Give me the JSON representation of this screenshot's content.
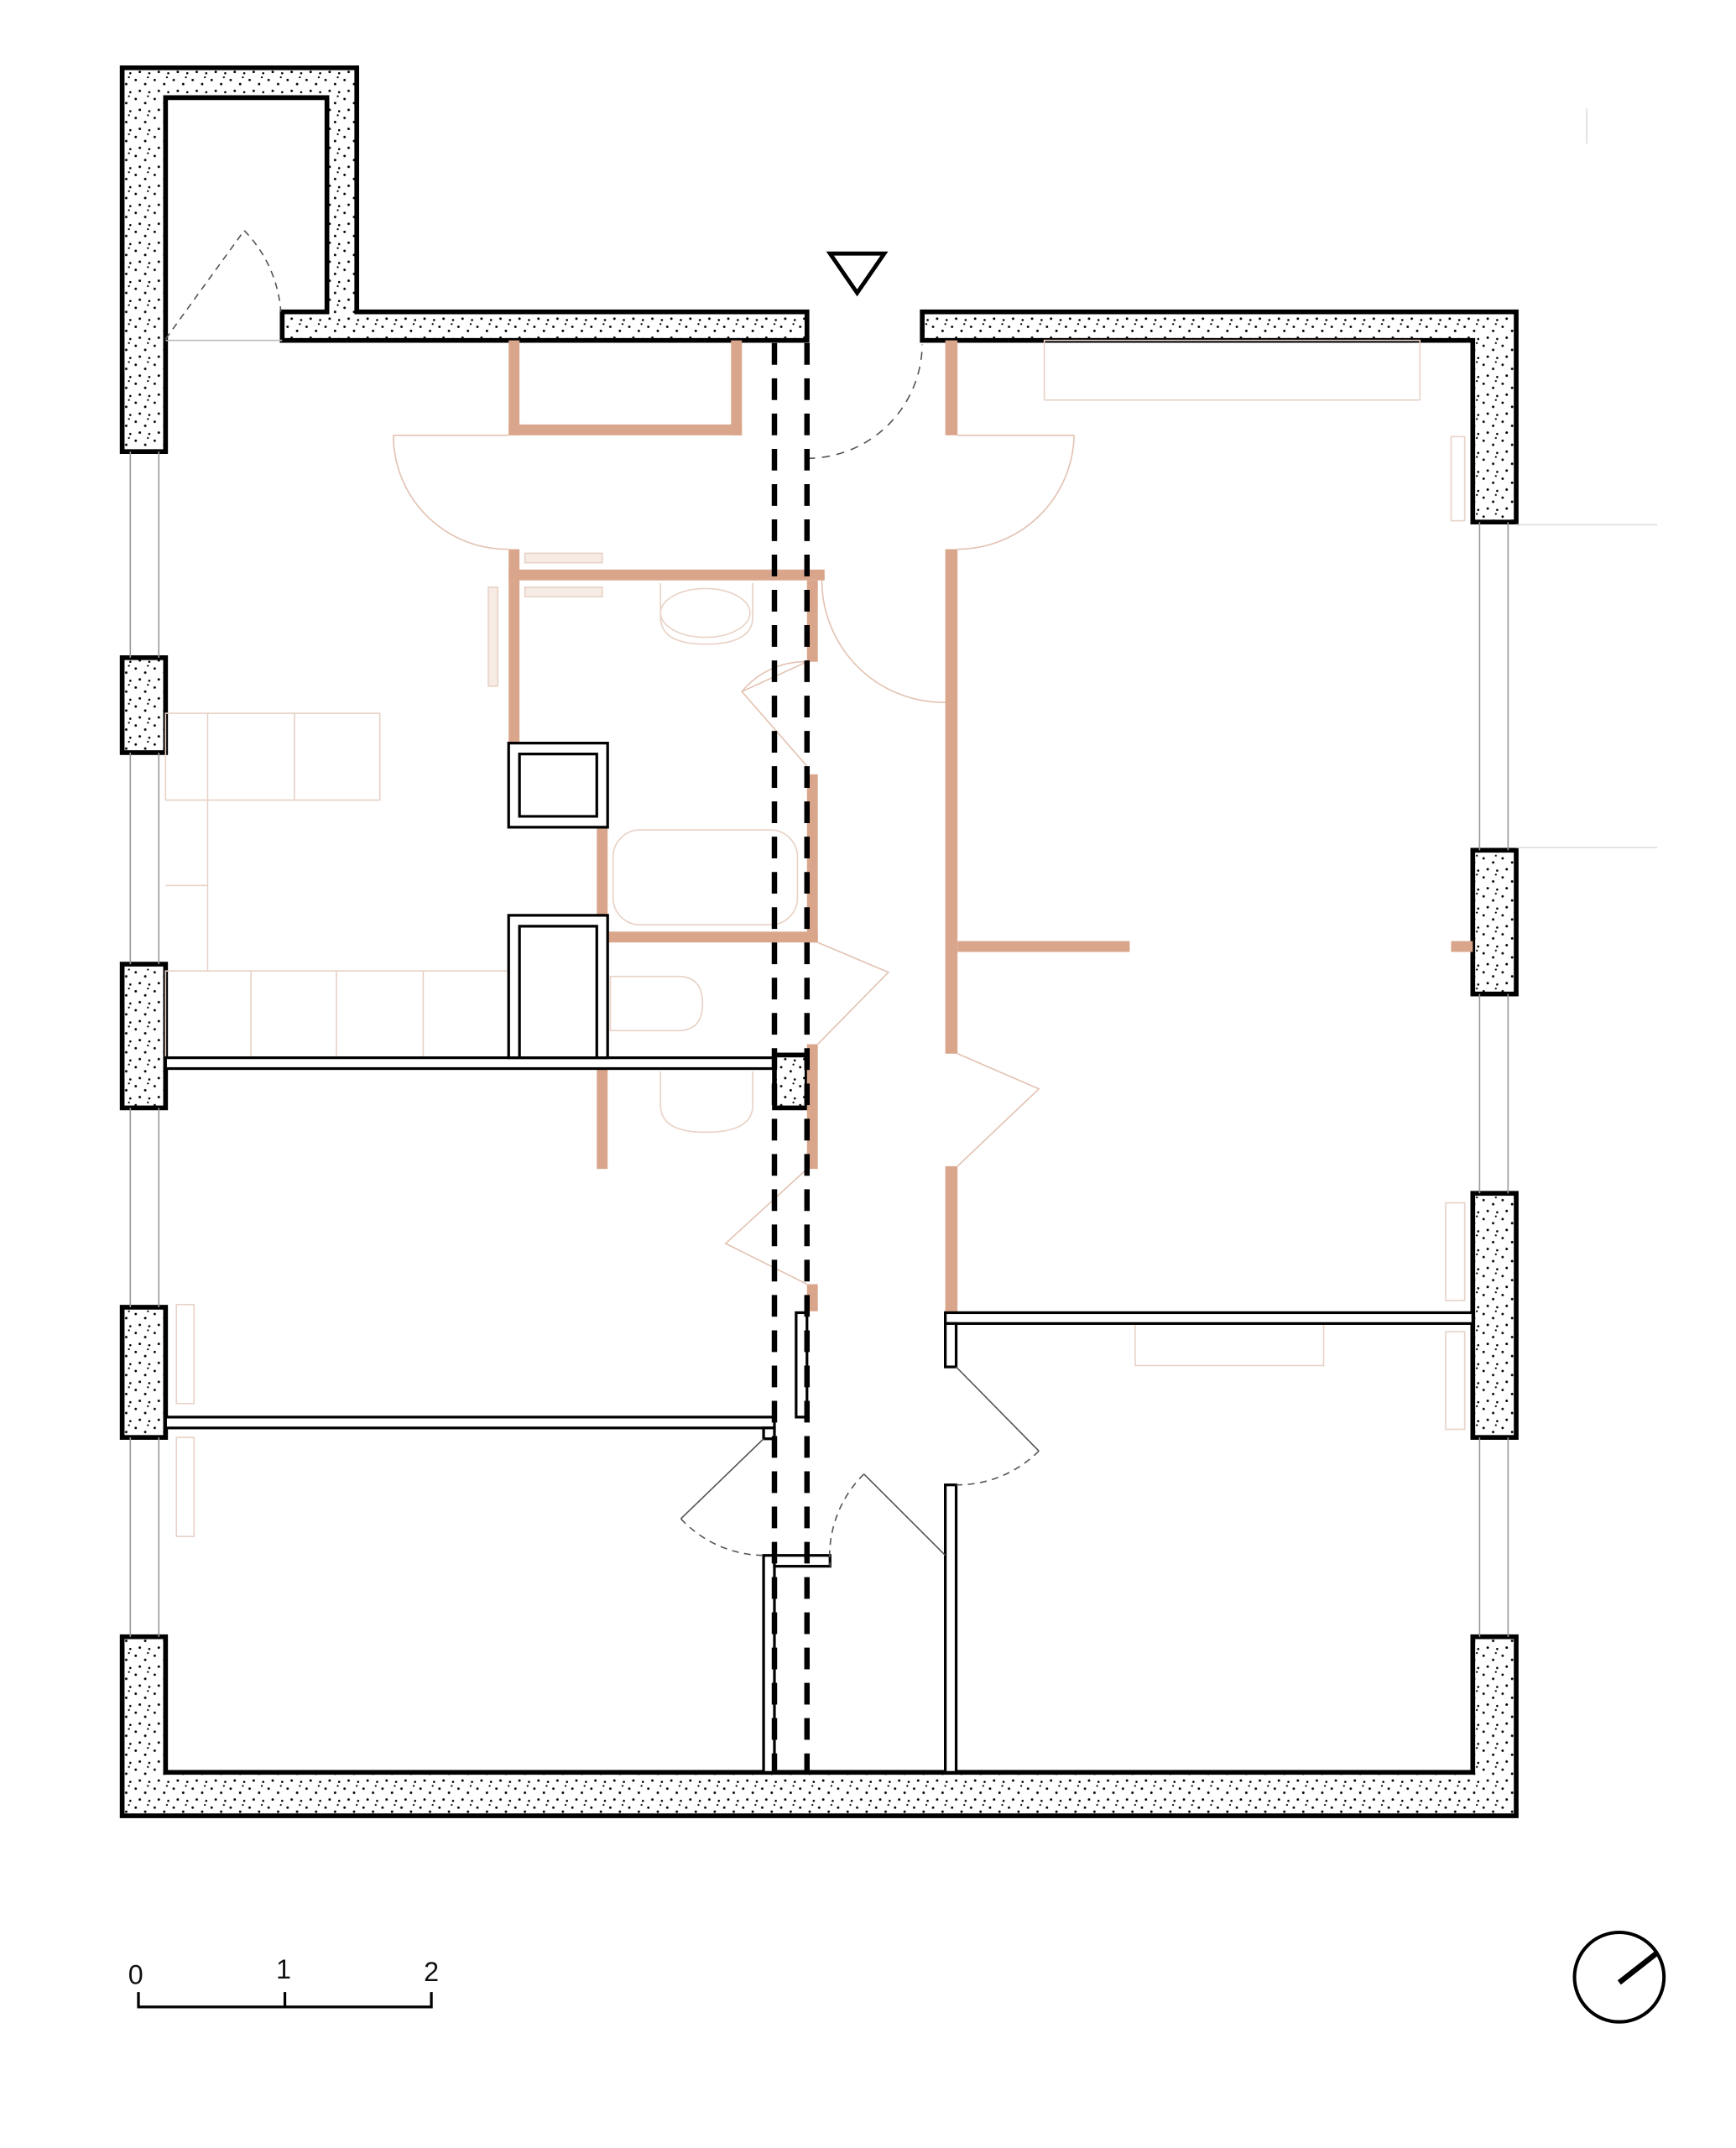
{
  "drawing": {
    "type": "floor plan",
    "colors": {
      "structural_wall_stroke": "#000000",
      "partition_wall": "#d9a68c",
      "fixture_line": "#e3c2b2",
      "light_furniture": "#f6ebe5"
    }
  },
  "scale_bar": {
    "labels": [
      "0",
      "1",
      "2"
    ]
  },
  "icons": {
    "entrance": "entrance-triangle-icon",
    "north": "north-arrow-icon"
  }
}
